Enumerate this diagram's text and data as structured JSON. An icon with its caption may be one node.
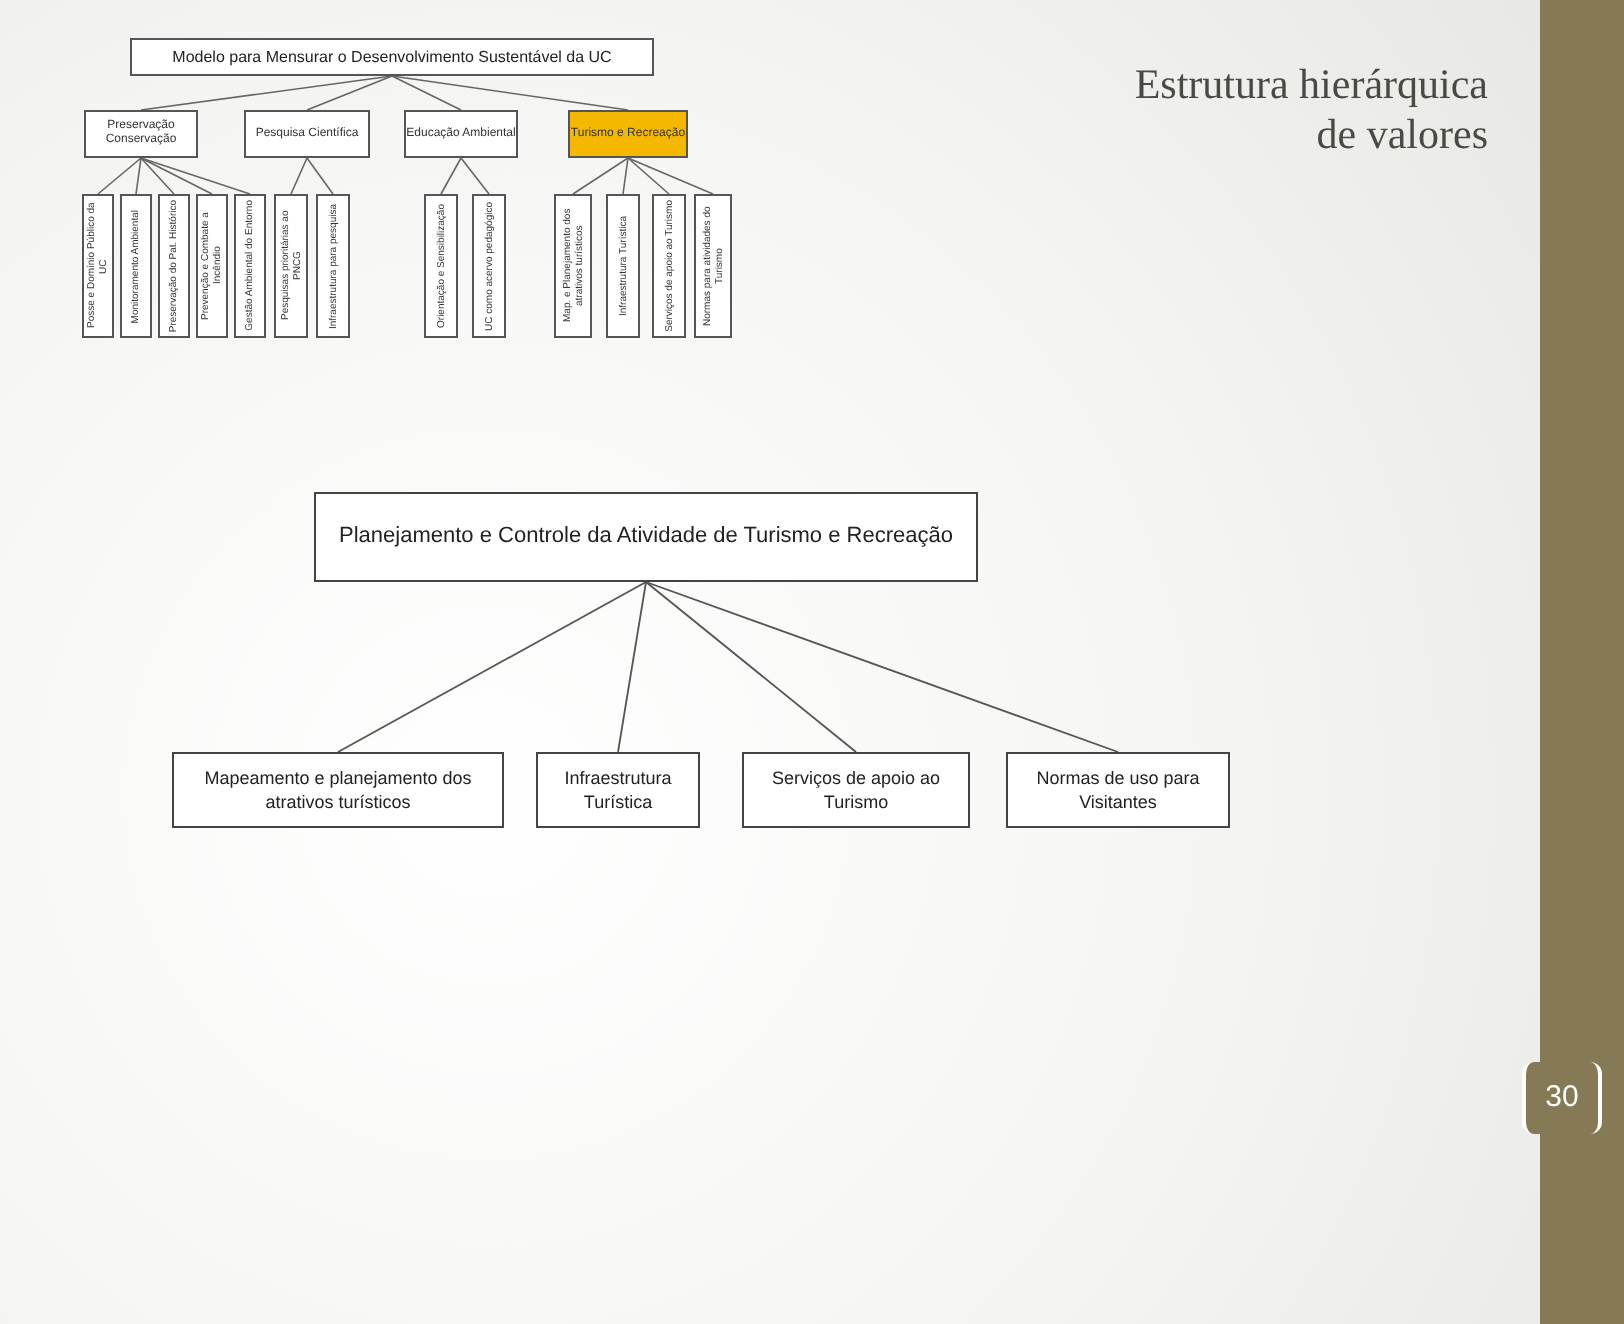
{
  "diagram": {
    "title": "Estrutura hierárquica de valores",
    "nodes": [
      {
        "text": [
          "Modelo para Mensurar o Desenvolvimento Sustentável da UC"
        ]
      },
      {
        "text": [
          "Preservação Conservação"
        ]
      },
      {
        "text": [
          "Pesquisa Científica"
        ]
      },
      {
        "text": [
          "Educação Ambiental"
        ]
      },
      {
        "text": [
          "Turismo e Recreação"
        ]
      },
      {
        "text": [
          "Posse e Domínio Público da UC"
        ]
      },
      {
        "text": [
          "Monitoramento Ambiental"
        ]
      },
      {
        "text": [
          "Preservação do Pat. Histórico"
        ]
      },
      {
        "text": [
          "Prevenção e Combate a Incêndio"
        ]
      },
      {
        "text": [
          "Gestão Ambiental do Entorno"
        ]
      },
      {
        "text": [
          "Pesquisas prioritárias ao PNCG"
        ]
      },
      {
        "text": [
          "Infraestrutura para pesquisa"
        ]
      },
      {
        "text": [
          "Orientação e Sensibilização"
        ]
      },
      {
        "text": [
          "UC como acervo pedagógico"
        ]
      },
      {
        "text": [
          "Map. e Planejamento dos atrativos turísticos"
        ]
      },
      {
        "text": [
          "Infraestrutura Turística"
        ]
      },
      {
        "text": [
          "Serviços de apoio ao Turismo"
        ]
      },
      {
        "text": [
          "Normas para atividades do Turismo"
        ]
      },
      {
        "text": [
          "Planejamento e Controle da Atividade  de Turismo e Recreação"
        ]
      },
      {
        "text": [
          "Mapeamento e  planejamento dos atrativos turísticos"
        ]
      },
      {
        "text": [
          "Infraestrutura Turística"
        ]
      },
      {
        "text": [
          "Serviços de apoio ao Turismo"
        ]
      },
      {
        "text": [
          "Normas de uso para Visitantes"
        ]
      }
    ],
    "edges": [
      {
        "from": 0,
        "to": 1,
        "arrow": "none"
      },
      {
        "from": 0,
        "to": 2,
        "arrow": "none"
      },
      {
        "from": 0,
        "to": 3,
        "arrow": "none"
      },
      {
        "from": 0,
        "to": 4,
        "arrow": "none"
      },
      {
        "from": 1,
        "to": 5,
        "arrow": "none"
      },
      {
        "from": 1,
        "to": 6,
        "arrow": "none"
      },
      {
        "from": 1,
        "to": 7,
        "arrow": "none"
      },
      {
        "from": 1,
        "to": 8,
        "arrow": "none"
      },
      {
        "from": 1,
        "to": 9,
        "arrow": "none"
      },
      {
        "from": 2,
        "to": 10,
        "arrow": "none"
      },
      {
        "from": 2,
        "to": 11,
        "arrow": "none"
      },
      {
        "from": 3,
        "to": 12,
        "arrow": "none"
      },
      {
        "from": 3,
        "to": 13,
        "arrow": "none"
      },
      {
        "from": 4,
        "to": 14,
        "arrow": "none"
      },
      {
        "from": 4,
        "to": 15,
        "arrow": "none"
      },
      {
        "from": 4,
        "to": 16,
        "arrow": "none"
      },
      {
        "from": 4,
        "to": 17,
        "arrow": "none"
      },
      {
        "from": 18,
        "to": 19,
        "arrow": "none"
      },
      {
        "from": 18,
        "to": 20,
        "arrow": "none"
      },
      {
        "from": 18,
        "to": 21,
        "arrow": "none"
      },
      {
        "from": 18,
        "to": 22,
        "arrow": "none"
      }
    ],
    "labels": [
      "30"
    ]
  }
}
